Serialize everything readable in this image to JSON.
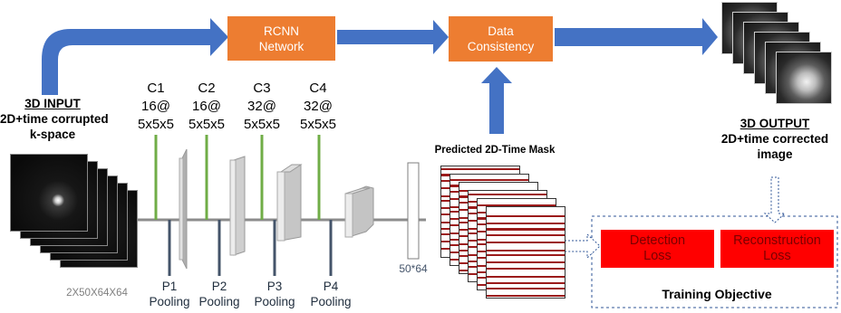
{
  "nodes": {
    "rcnn": "RCNN\nNetwork",
    "data_consistency": "Data\nConsistency",
    "detection_loss": "Detection\nLoss",
    "reconstruction_loss": "Reconstruction\nLoss"
  },
  "input": {
    "title": "3D INPUT",
    "subtitle": "2D+time corrupted\nk-space",
    "size": "2X50X64X64"
  },
  "output": {
    "title": "3D OUTPUT",
    "subtitle": "2D+time corrected\nimage"
  },
  "conv_layers": [
    {
      "name": "C1",
      "filters": "16@",
      "kernel": "5x5x5"
    },
    {
      "name": "C2",
      "filters": "16@",
      "kernel": "5x5x5"
    },
    {
      "name": "C3",
      "filters": "32@",
      "kernel": "5x5x5"
    },
    {
      "name": "C4",
      "filters": "32@",
      "kernel": "5x5x5"
    }
  ],
  "pool_layers": [
    {
      "name": "P1",
      "label": "Pooling"
    },
    {
      "name": "P2",
      "label": "Pooling"
    },
    {
      "name": "P3",
      "label": "Pooling"
    },
    {
      "name": "P4",
      "label": "Pooling"
    }
  ],
  "fc_size": "50*64",
  "mask_title": "Predicted 2D-Time Mask",
  "training_objective": "Training Objective",
  "colors": {
    "arrow": "#4472c4",
    "box": "#ed7d31",
    "loss": "#ff0000",
    "conv_line": "#70ad47",
    "pool_line": "#44546a",
    "dashed": "#2f5597"
  }
}
